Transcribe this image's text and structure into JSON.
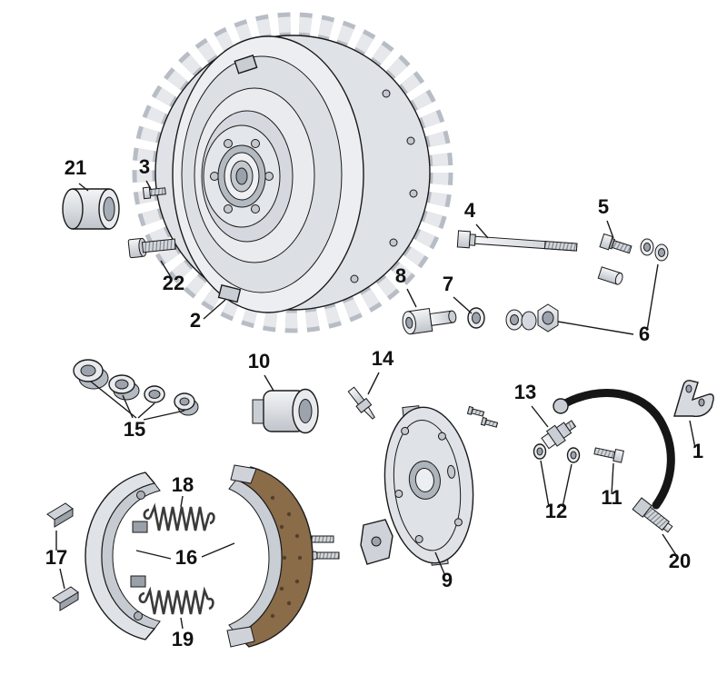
{
  "parts": {
    "1": "1",
    "2": "2",
    "3": "3",
    "4": "4",
    "5": "5",
    "6": "6",
    "7": "7",
    "8": "8",
    "9": "9",
    "10": "10",
    "11": "11",
    "12": "12",
    "13": "13",
    "14": "14",
    "15": "15",
    "16": "16",
    "17": "17",
    "18": "18",
    "19": "19",
    "20": "20",
    "21": "21",
    "22": "22"
  },
  "colors": {
    "lining_brown": "#8a6c49",
    "hose_black": "#161616",
    "metal_light": "#e8eaee",
    "metal_mid": "#c9cdd4",
    "metal_dark": "#9aa0a8",
    "outline": "#1a1a1a"
  }
}
